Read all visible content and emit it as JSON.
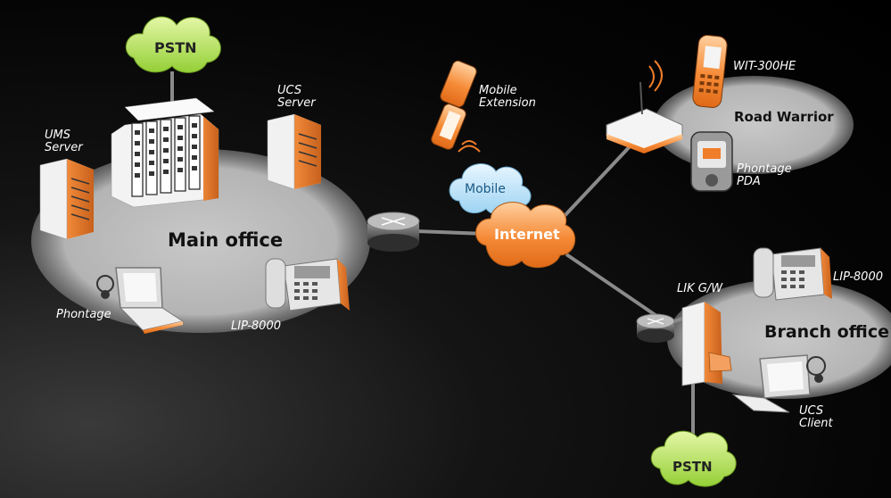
{
  "nodes": {
    "pstn_top": "PSTN",
    "pstn_bottom": "PSTN",
    "ucs_server": [
      "UCS",
      "Server"
    ],
    "ums_server": [
      "UMS",
      "Server"
    ],
    "main_office": "Main office",
    "phontage": "Phontage",
    "lip8000_main": "LIP-8000",
    "mobile_extension": [
      "Mobile",
      "Extension"
    ],
    "mobile_cloud": "Mobile",
    "internet_cloud": "Internet",
    "wit_300he": "WIT-300HE",
    "road_warrior": "Road Warrior",
    "phontage_pda": [
      "Phontage",
      "PDA"
    ],
    "lip8000_branch": "LIP-8000",
    "lik_gw": "LIK G/W",
    "branch_office": "Branch office",
    "ucs_client": [
      "UCS",
      "Client"
    ]
  },
  "colors": {
    "accent_orange": "#f07d2a",
    "pstn_green": "#b5e25a",
    "mobile_blue": "#bfe3f7",
    "zone_grey": "#bdbdbd"
  }
}
